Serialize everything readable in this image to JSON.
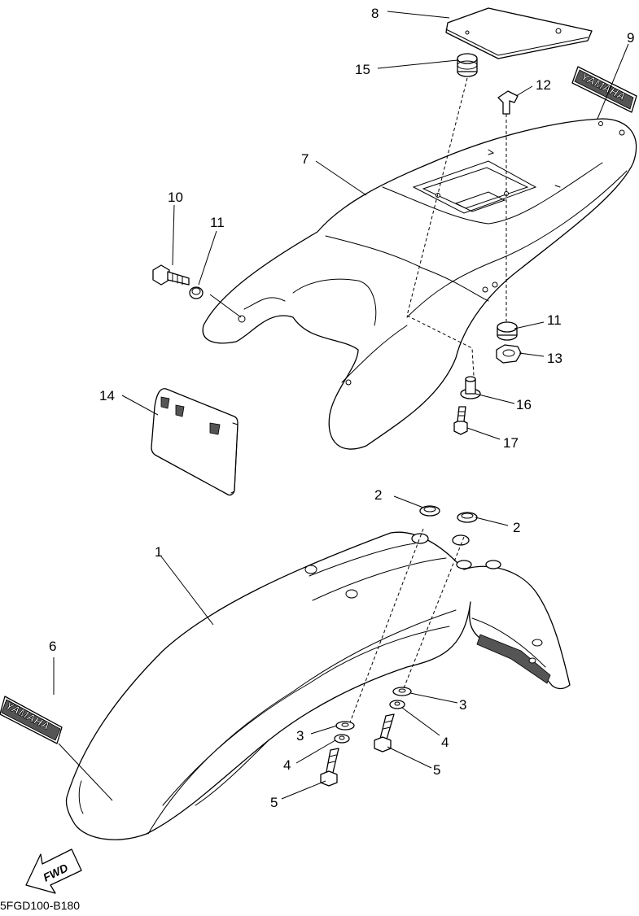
{
  "diagram": {
    "drawing_code": "5FGD100-B180",
    "direction_marker": "FWD",
    "decal_text": "YAMAHA",
    "callouts": [
      {
        "id": "c1",
        "label": "1"
      },
      {
        "id": "c2a",
        "label": "2"
      },
      {
        "id": "c2b",
        "label": "2"
      },
      {
        "id": "c3a",
        "label": "3"
      },
      {
        "id": "c3b",
        "label": "3"
      },
      {
        "id": "c4a",
        "label": "4"
      },
      {
        "id": "c4b",
        "label": "4"
      },
      {
        "id": "c5a",
        "label": "5"
      },
      {
        "id": "c5b",
        "label": "5"
      },
      {
        "id": "c6",
        "label": "6"
      },
      {
        "id": "c7",
        "label": "7"
      },
      {
        "id": "c8",
        "label": "8"
      },
      {
        "id": "c9",
        "label": "9"
      },
      {
        "id": "c10",
        "label": "10"
      },
      {
        "id": "c11a",
        "label": "11"
      },
      {
        "id": "c11b",
        "label": "11"
      },
      {
        "id": "c12",
        "label": "12"
      },
      {
        "id": "c13",
        "label": "13"
      },
      {
        "id": "c14",
        "label": "14"
      },
      {
        "id": "c15",
        "label": "15"
      },
      {
        "id": "c16",
        "label": "16"
      },
      {
        "id": "c17",
        "label": "17"
      }
    ]
  }
}
